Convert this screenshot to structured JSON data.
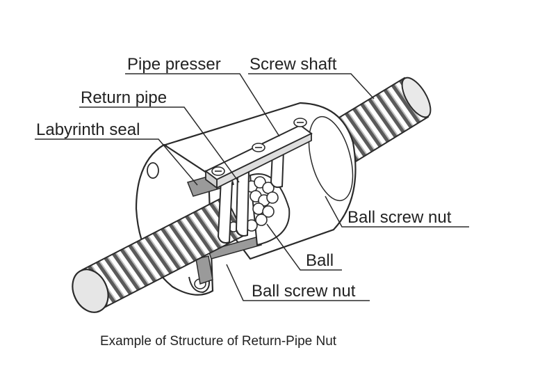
{
  "diagram": {
    "labels": {
      "pipe_presser": "Pipe presser",
      "screw_shaft": "Screw shaft",
      "return_pipe": "Return pipe",
      "labyrinth_seal": "Labyrinth seal",
      "ball_screw_nut_upper": "Ball screw nut",
      "ball": "Ball",
      "ball_screw_nut_lower": "Ball screw nut"
    },
    "caption": "Example of Structure of Return-Pipe Nut",
    "colors": {
      "line": "#2a2a2a",
      "cut_section": "#9a9a9a",
      "background": "#ffffff"
    }
  }
}
